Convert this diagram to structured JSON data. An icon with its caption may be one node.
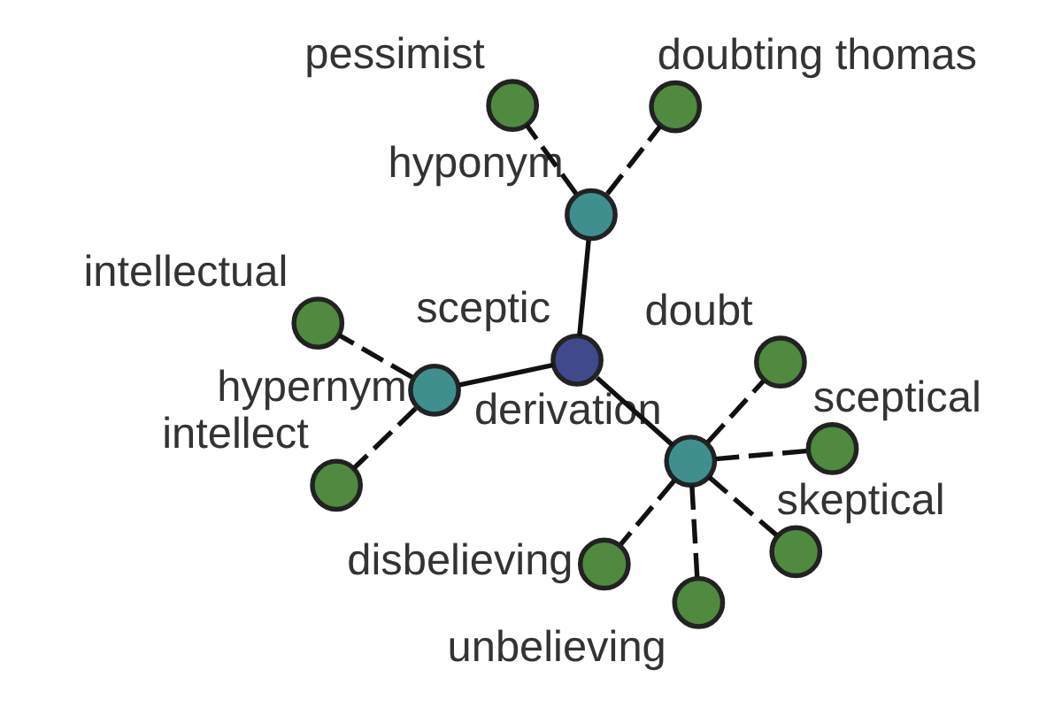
{
  "diagram": {
    "nodes": [
      {
        "text": [
          "sceptic"
        ]
      },
      {
        "text": [
          "hyponym"
        ]
      },
      {
        "text": [
          "pessimist"
        ]
      },
      {
        "text": [
          "doubting thomas"
        ]
      },
      {
        "text": [
          "hypernym"
        ]
      },
      {
        "text": [
          "intellectual"
        ]
      },
      {
        "text": [
          "intellect"
        ]
      },
      {
        "text": [
          "derivation"
        ]
      },
      {
        "text": [
          "disbelieving"
        ]
      },
      {
        "text": [
          "skeptical"
        ]
      },
      {
        "text": [
          "unbelieving"
        ]
      },
      {
        "text": [
          "doubt"
        ]
      },
      {
        "text": [
          "sceptical"
        ]
      }
    ],
    "edges": [
      {
        "from": 0,
        "to": 1,
        "arrow": "none"
      },
      {
        "from": 1,
        "to": 2,
        "arrow": "none",
        "style": "dashed"
      },
      {
        "from": 1,
        "to": 3,
        "arrow": "none",
        "style": "dashed"
      },
      {
        "from": 0,
        "to": 4,
        "arrow": "none"
      },
      {
        "from": 4,
        "to": 5,
        "arrow": "none",
        "style": "dashed"
      },
      {
        "from": 4,
        "to": 6,
        "arrow": "none",
        "style": "dashed"
      },
      {
        "from": 0,
        "to": 7,
        "arrow": "none"
      },
      {
        "from": 7,
        "to": 8,
        "arrow": "none",
        "style": "dashed"
      },
      {
        "from": 7,
        "to": 9,
        "arrow": "none",
        "style": "dashed"
      },
      {
        "from": 7,
        "to": 10,
        "arrow": "none",
        "style": "dashed"
      },
      {
        "from": 7,
        "to": 11,
        "arrow": "none",
        "style": "dashed"
      },
      {
        "from": 7,
        "to": 12,
        "arrow": "none",
        "style": "dashed"
      }
    ]
  }
}
